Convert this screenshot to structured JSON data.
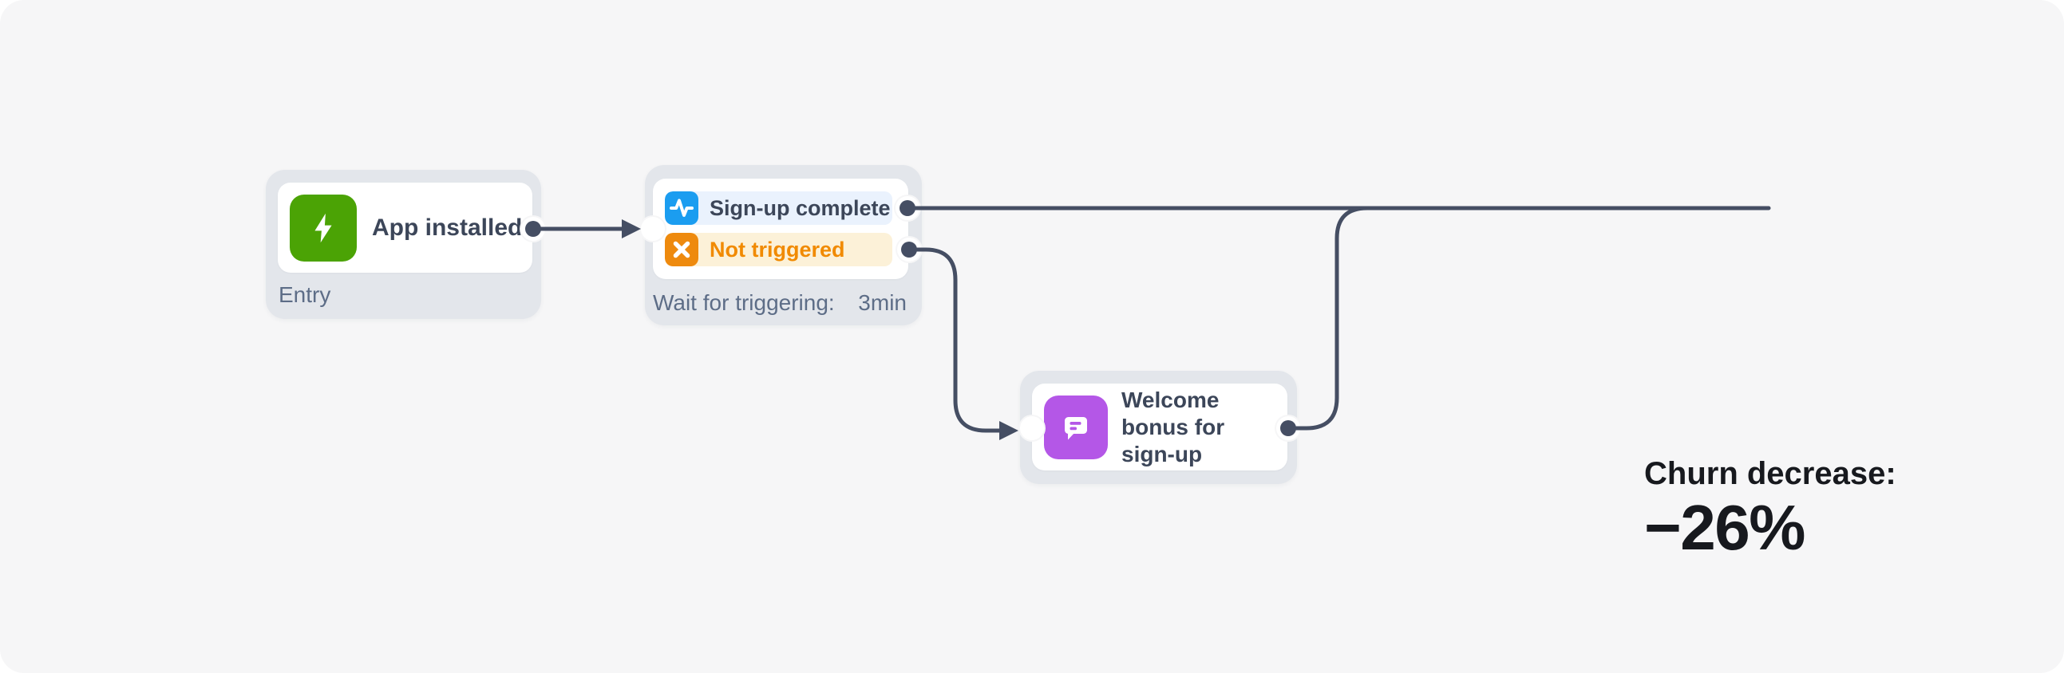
{
  "canvas": {
    "background": "#f6f6f7"
  },
  "nodes": {
    "entry": {
      "title": "App installed",
      "badge": "Entry",
      "icon": "lightning-icon",
      "icon_bg": "#4ba305"
    },
    "wait": {
      "branches": [
        {
          "label": "Sign-up complete",
          "icon": "activity-pulse-icon",
          "icon_bg": "#1b9df0",
          "row_bg": "#eaf2fd",
          "text_color": "#3c4659"
        },
        {
          "label": "Not triggered",
          "icon": "cross-icon",
          "icon_bg": "#ee8a0e",
          "row_bg": "#fcf1d8",
          "text_color": "#f18a00"
        }
      ],
      "footer": {
        "label": "Wait for triggering:",
        "value": "3min"
      }
    },
    "action": {
      "title": "Welcome bonus for sign-up",
      "icon": "chat-message-icon",
      "icon_bg": "#b457e7"
    }
  },
  "metric": {
    "label": "Churn decrease:",
    "value": "−26%",
    "text_color": "#17191e"
  },
  "colors": {
    "connector": "#454e63",
    "node_container": "#e3e6eb",
    "card": "#ffffff",
    "title_text": "#3c4659",
    "muted_text": "#5d6d87"
  }
}
